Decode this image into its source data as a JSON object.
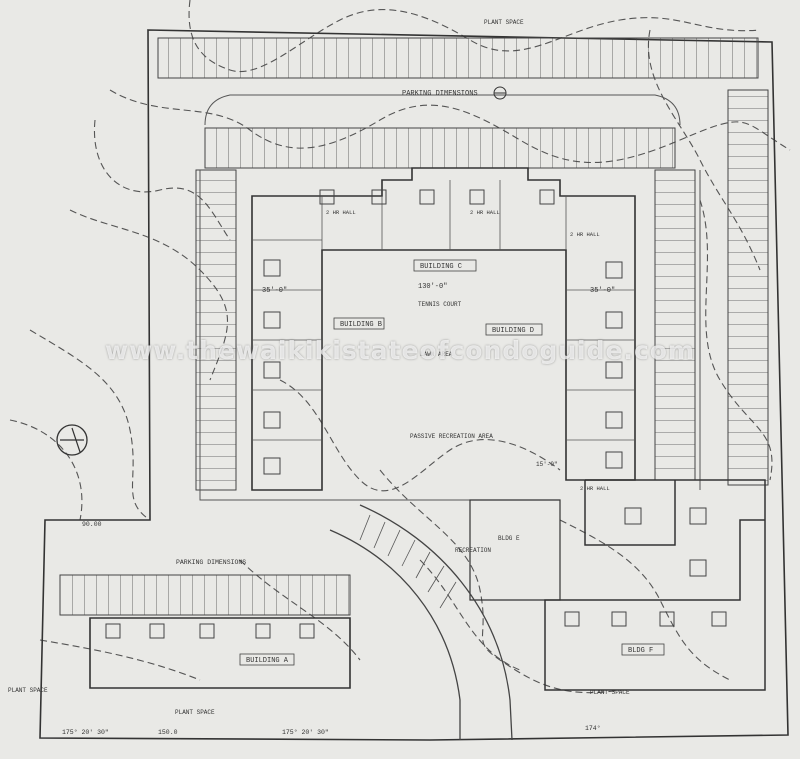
{
  "colors": {
    "paper": "#e9e9e6",
    "ink": "#3a3a3a",
    "contour": "#555555"
  },
  "labels": {
    "plant_space_top": "PLANT SPACE",
    "parking_dims_top": "PARKING DIMENSIONS",
    "parking_dims_bottom": "PARKING DIMENSIONS",
    "building_c": "BUILDING C",
    "building_b": "BUILDING B",
    "building_d": "BUILDING D",
    "building_a": "BUILDING A",
    "bldg_e": "BLDG E",
    "bldg_f": "BLDG F",
    "tennis_court": "TENNIS COURT",
    "lawn_area": "LAWN AREA",
    "passive_rec": "PASSIVE RECREATION AREA",
    "recreation": "RECREATION",
    "hall_2hr_1": "2 HR HALL",
    "hall_2hr_2": "2 HR HALL",
    "hall_2hr_3": "2 HR HALL",
    "hall_2hr_4": "2 HR HALL",
    "dim_130": "130'-0\"",
    "dim_35_left": "35'-0\"",
    "dim_35_right": "35'-0\"",
    "dim_15": "15'-0\"",
    "plant_space_bottom": "PLANT SPACE",
    "plant_space_left": "PLANT SPACE",
    "plant_space_right": "PLANT SPACE",
    "dim_bottom_left": "175° 20' 30\"",
    "dim_bottom_mid": "175° 20' 30\"",
    "dim_bottom_right": "174°",
    "dim_150": "150.0",
    "dim_90": "90.00"
  },
  "watermark": "www.thewaikikistateofcondoguide.com"
}
